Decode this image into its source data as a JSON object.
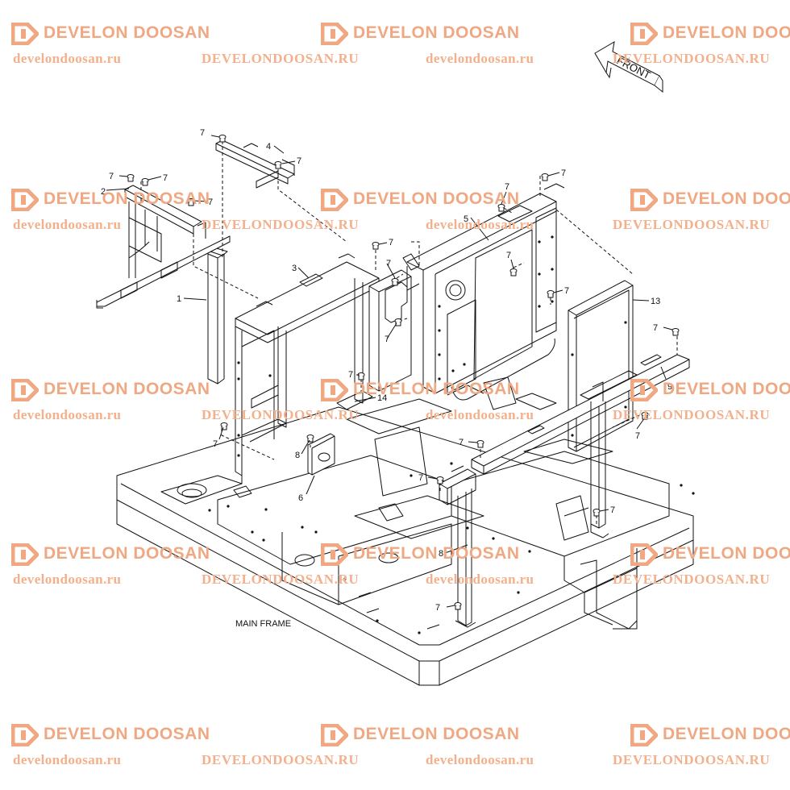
{
  "watermark": {
    "brand": "DEVELON DOOSAN",
    "url_lower": "develondoosan.ru",
    "url_upper": "DEVELONDOOSAN.RU",
    "color": "#f0a882"
  },
  "orientation": {
    "label": "FRONT"
  },
  "frame_label": "MAIN FRAME",
  "callouts": {
    "p1": "1",
    "p2": "2",
    "p3": "3",
    "p4": "4",
    "p5": "5",
    "p6": "6",
    "p7": "7",
    "p8": "8",
    "p9": "9",
    "p13": "13",
    "p14": "14"
  }
}
